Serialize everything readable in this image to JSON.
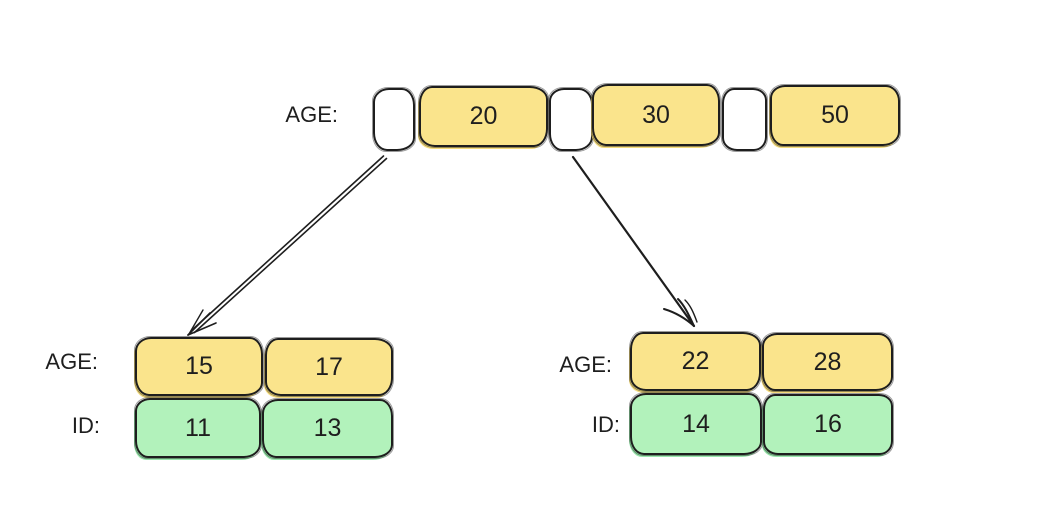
{
  "diagram": {
    "description_type": "btree-index-diagram",
    "root": {
      "label": "AGE:",
      "keys": [
        "20",
        "30",
        "50"
      ]
    },
    "leaves": [
      {
        "age_label": "AGE:",
        "id_label": "ID:",
        "ages": [
          "15",
          "17"
        ],
        "ids": [
          "11",
          "13"
        ]
      },
      {
        "age_label": "AGE:",
        "id_label": "ID:",
        "ages": [
          "22",
          "28"
        ],
        "ids": [
          "14",
          "16"
        ]
      }
    ],
    "colors": {
      "key_fill": "#fae48c",
      "id_fill": "#b2f2bb",
      "pointer_fill": "#ffffff",
      "ink": "#1e1e1e",
      "background": "#ffffff"
    }
  }
}
